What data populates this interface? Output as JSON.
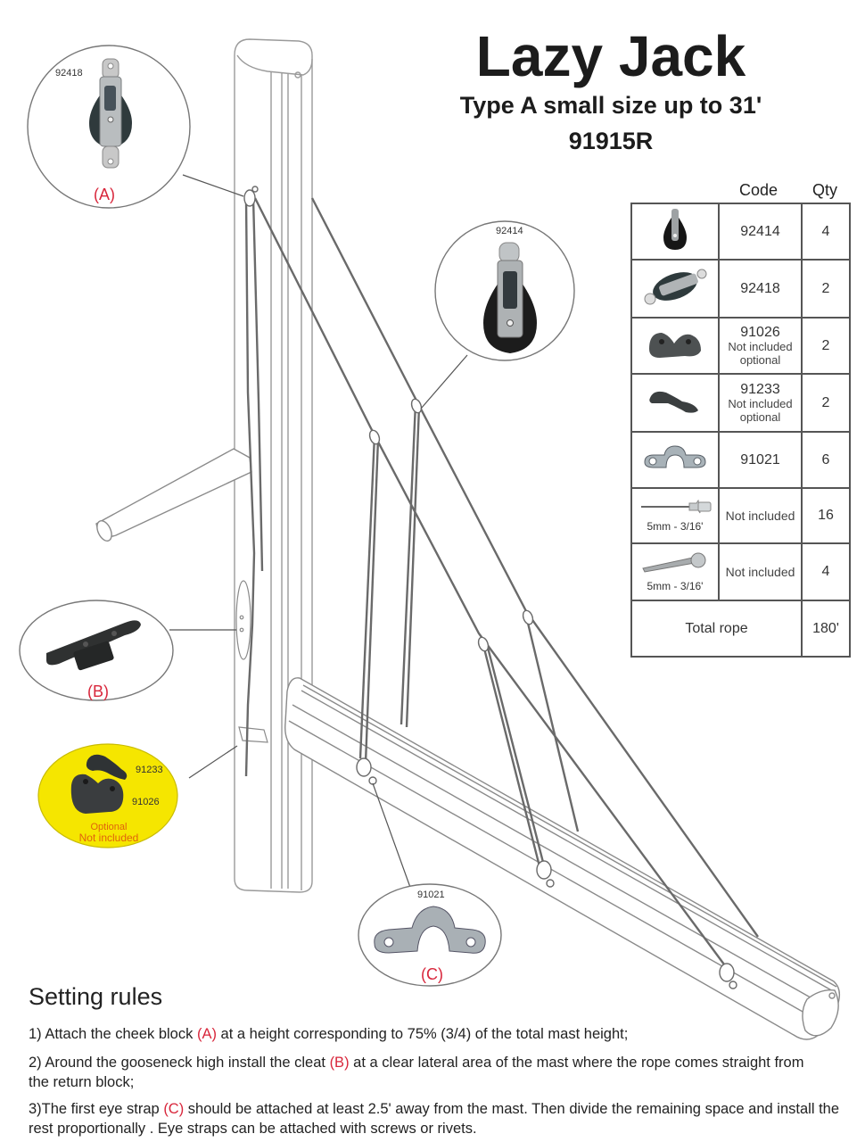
{
  "header": {
    "title": "Lazy Jack",
    "subtitle": "Type A small size up to 31'",
    "code": "91915R"
  },
  "parts_table": {
    "columns": [
      "",
      "Code",
      "Qty"
    ],
    "rows": [
      {
        "icon": "single-block-icon",
        "code": "92414",
        "note": "",
        "qty": "4"
      },
      {
        "icon": "cheek-block-icon",
        "code": "92418",
        "note": "",
        "qty": "2"
      },
      {
        "icon": "cam-cleat-icon",
        "code": "91026",
        "note": "Not included optional",
        "qty": "2"
      },
      {
        "icon": "fairlead-icon",
        "code": "91233",
        "note": "Not included optional",
        "qty": "2"
      },
      {
        "icon": "eye-strap-icon",
        "code": "91021",
        "note": "",
        "qty": "6"
      },
      {
        "icon": "rivet-icon",
        "size": "5mm - 3/16'",
        "code": "",
        "note": "Not included",
        "qty": "16"
      },
      {
        "icon": "screw-icon",
        "size": "5mm - 3/16'",
        "code": "",
        "note": "Not included",
        "qty": "4"
      }
    ],
    "total_label": "Total rope",
    "total_value": "180'"
  },
  "callouts": {
    "a": {
      "code": "92418",
      "label": "(A)"
    },
    "block": {
      "code": "92414"
    },
    "b": {
      "label": "(B)"
    },
    "optional": {
      "code_top": "91233",
      "code_bottom": "91026",
      "line1": "Optional",
      "line2": "Not included"
    },
    "c": {
      "code": "91021",
      "label": "(C)"
    }
  },
  "rules": {
    "title": "Setting rules",
    "r1_pre": "1) Attach the cheek block ",
    "r1_mark": "(A)",
    "r1_post": " at a height corresponding to 75% (3/4) of the total mast height;",
    "r2_pre": "2) Around the gooseneck high install the cleat ",
    "r2_mark": "(B)",
    "r2_post": "  at a clear lateral area of the mast where the rope comes straight from the return block;",
    "r3_pre": "3)The first eye strap ",
    "r3_mark": "(C)",
    "r3_post": " should be attached at least 2.5' away from the mast. Then divide the remaining space and install the rest proportionally . Eye straps can be attached with screws or rivets."
  },
  "colors": {
    "accent_red": "#d8263b",
    "optional_yellow": "#f5e600",
    "optional_text": "#e0640c",
    "line": "#555555"
  }
}
